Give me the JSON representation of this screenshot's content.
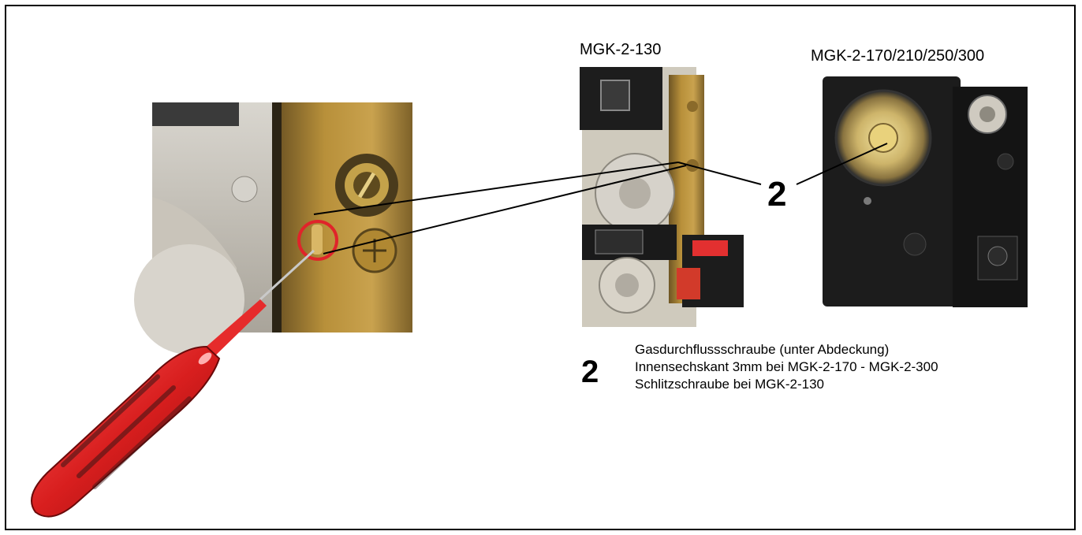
{
  "models": {
    "small": "MGK-2-130",
    "large": "MGK-2-170/210/250/300"
  },
  "callout": {
    "number": "2"
  },
  "legend": {
    "number": "2",
    "lines": [
      "Gasdurchflussschraube (unter Abdeckung)",
      "Innensechskant 3mm bei MGK-2-170 - MGK-2-300",
      "Schlitzschraube bei MGK-2-130"
    ]
  },
  "colors": {
    "brass": "#b8903a",
    "screwdriver_handle": "#d81e1e",
    "valve_body": "#1c1c1c",
    "highlight_circle": "#e0242a"
  }
}
